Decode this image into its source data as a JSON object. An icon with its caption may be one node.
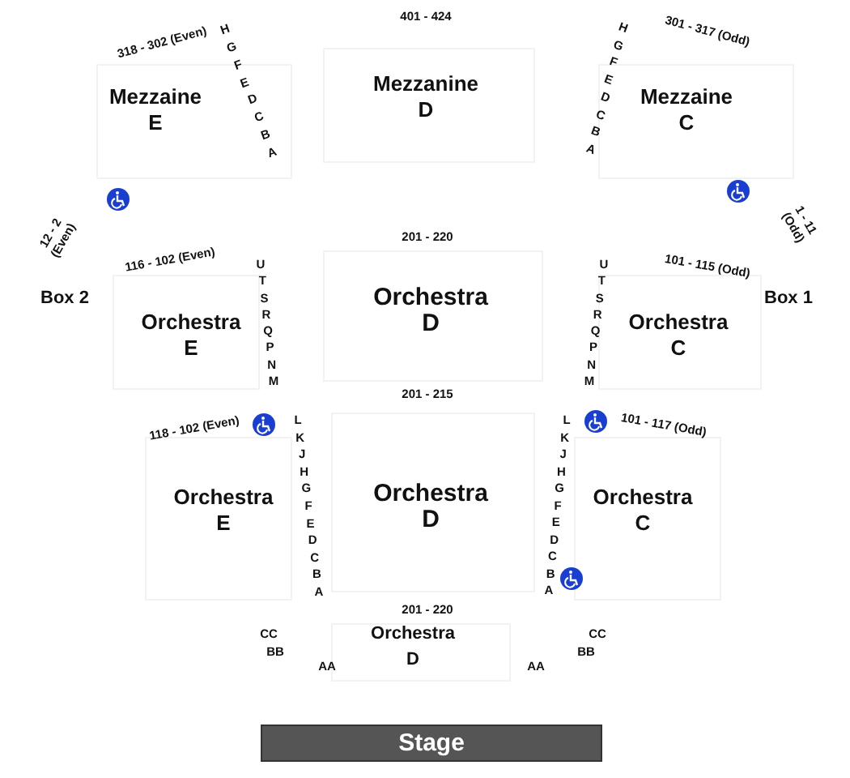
{
  "diagram": {
    "nodes": [
      {
        "text": [
          "Mezzaine E"
        ]
      },
      {
        "text": [
          "Mezzanine D"
        ]
      },
      {
        "text": [
          "Mezzaine C"
        ]
      },
      {
        "text": [
          "Box 2"
        ]
      },
      {
        "text": [
          "Orchestra E"
        ]
      },
      {
        "text": [
          "Orchestra D"
        ]
      },
      {
        "text": [
          "Orchestra C"
        ]
      },
      {
        "text": [
          "Box 1"
        ]
      },
      {
        "text": [
          "Orchestra E"
        ]
      },
      {
        "text": [
          "Orchestra D"
        ]
      },
      {
        "text": [
          "Orchestra C"
        ]
      },
      {
        "text": [
          "Orchestra D"
        ]
      },
      {
        "text": [
          "Stage"
        ]
      }
    ],
    "labels": [
      "401 - 424",
      "318 - 302 (Even)",
      "301 - 317 (Odd)",
      "H",
      "G",
      "F",
      "E",
      "D",
      "C",
      "B",
      "A",
      "H",
      "G",
      "F",
      "E",
      "D",
      "C",
      "B",
      "A",
      "12 - 2 (Even)",
      "1 - 11 (Odd)",
      "201 - 220",
      "116 - 102 (Even)",
      "101 - 115 (Odd)",
      "U",
      "T",
      "S",
      "R",
      "Q",
      "P",
      "N",
      "M",
      "U",
      "T",
      "S",
      "R",
      "Q",
      "P",
      "N",
      "M",
      "201 - 215",
      "118 - 102 (Even)",
      "101 - 117 (Odd)",
      "L",
      "K",
      "J",
      "H",
      "G",
      "F",
      "E",
      "D",
      "C",
      "B",
      "A",
      "L",
      "K",
      "J",
      "H",
      "G",
      "F",
      "E",
      "D",
      "C",
      "B",
      "A",
      "201 - 220",
      "CC",
      "BB",
      "AA",
      "CC",
      "BB",
      "AA"
    ]
  }
}
